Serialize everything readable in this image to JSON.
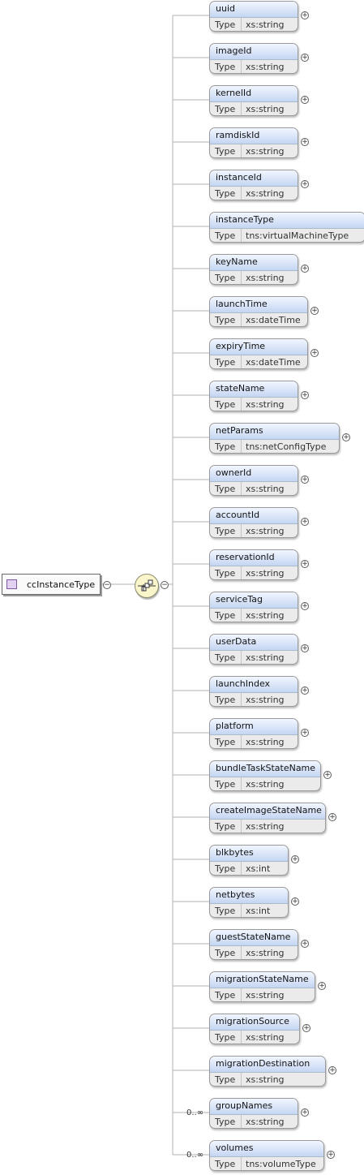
{
  "root": {
    "name": "ccInstanceType",
    "icon": "complex-type-icon"
  },
  "sequence": {
    "icon": "sequence-compositor-icon"
  },
  "type_label": "Type",
  "elements": [
    {
      "name": "uuid",
      "type": "xs:string",
      "occurs": ""
    },
    {
      "name": "imageId",
      "type": "xs:string",
      "occurs": ""
    },
    {
      "name": "kernelId",
      "type": "xs:string",
      "occurs": ""
    },
    {
      "name": "ramdiskId",
      "type": "xs:string",
      "occurs": ""
    },
    {
      "name": "instanceId",
      "type": "xs:string",
      "occurs": ""
    },
    {
      "name": "instanceType",
      "type": "tns:virtualMachineType",
      "occurs": ""
    },
    {
      "name": "keyName",
      "type": "xs:string",
      "occurs": ""
    },
    {
      "name": "launchTime",
      "type": "xs:dateTime",
      "occurs": ""
    },
    {
      "name": "expiryTime",
      "type": "xs:dateTime",
      "occurs": ""
    },
    {
      "name": "stateName",
      "type": "xs:string",
      "occurs": ""
    },
    {
      "name": "netParams",
      "type": "tns:netConfigType",
      "occurs": ""
    },
    {
      "name": "ownerId",
      "type": "xs:string",
      "occurs": ""
    },
    {
      "name": "accountId",
      "type": "xs:string",
      "occurs": ""
    },
    {
      "name": "reservationId",
      "type": "xs:string",
      "occurs": ""
    },
    {
      "name": "serviceTag",
      "type": "xs:string",
      "occurs": ""
    },
    {
      "name": "userData",
      "type": "xs:string",
      "occurs": ""
    },
    {
      "name": "launchIndex",
      "type": "xs:string",
      "occurs": ""
    },
    {
      "name": "platform",
      "type": "xs:string",
      "occurs": ""
    },
    {
      "name": "bundleTaskStateName",
      "type": "xs:string",
      "occurs": ""
    },
    {
      "name": "createImageStateName",
      "type": "xs:string",
      "occurs": ""
    },
    {
      "name": "blkbytes",
      "type": "xs:int",
      "occurs": ""
    },
    {
      "name": "netbytes",
      "type": "xs:int",
      "occurs": ""
    },
    {
      "name": "guestStateName",
      "type": "xs:string",
      "occurs": ""
    },
    {
      "name": "migrationStateName",
      "type": "xs:string",
      "occurs": ""
    },
    {
      "name": "migrationSource",
      "type": "xs:string",
      "occurs": ""
    },
    {
      "name": "migrationDestination",
      "type": "xs:string",
      "occurs": ""
    },
    {
      "name": "groupNames",
      "type": "xs:string",
      "occurs": "0..∞"
    },
    {
      "name": "volumes",
      "type": "tns:volumeType",
      "occurs": "0..∞"
    }
  ]
}
